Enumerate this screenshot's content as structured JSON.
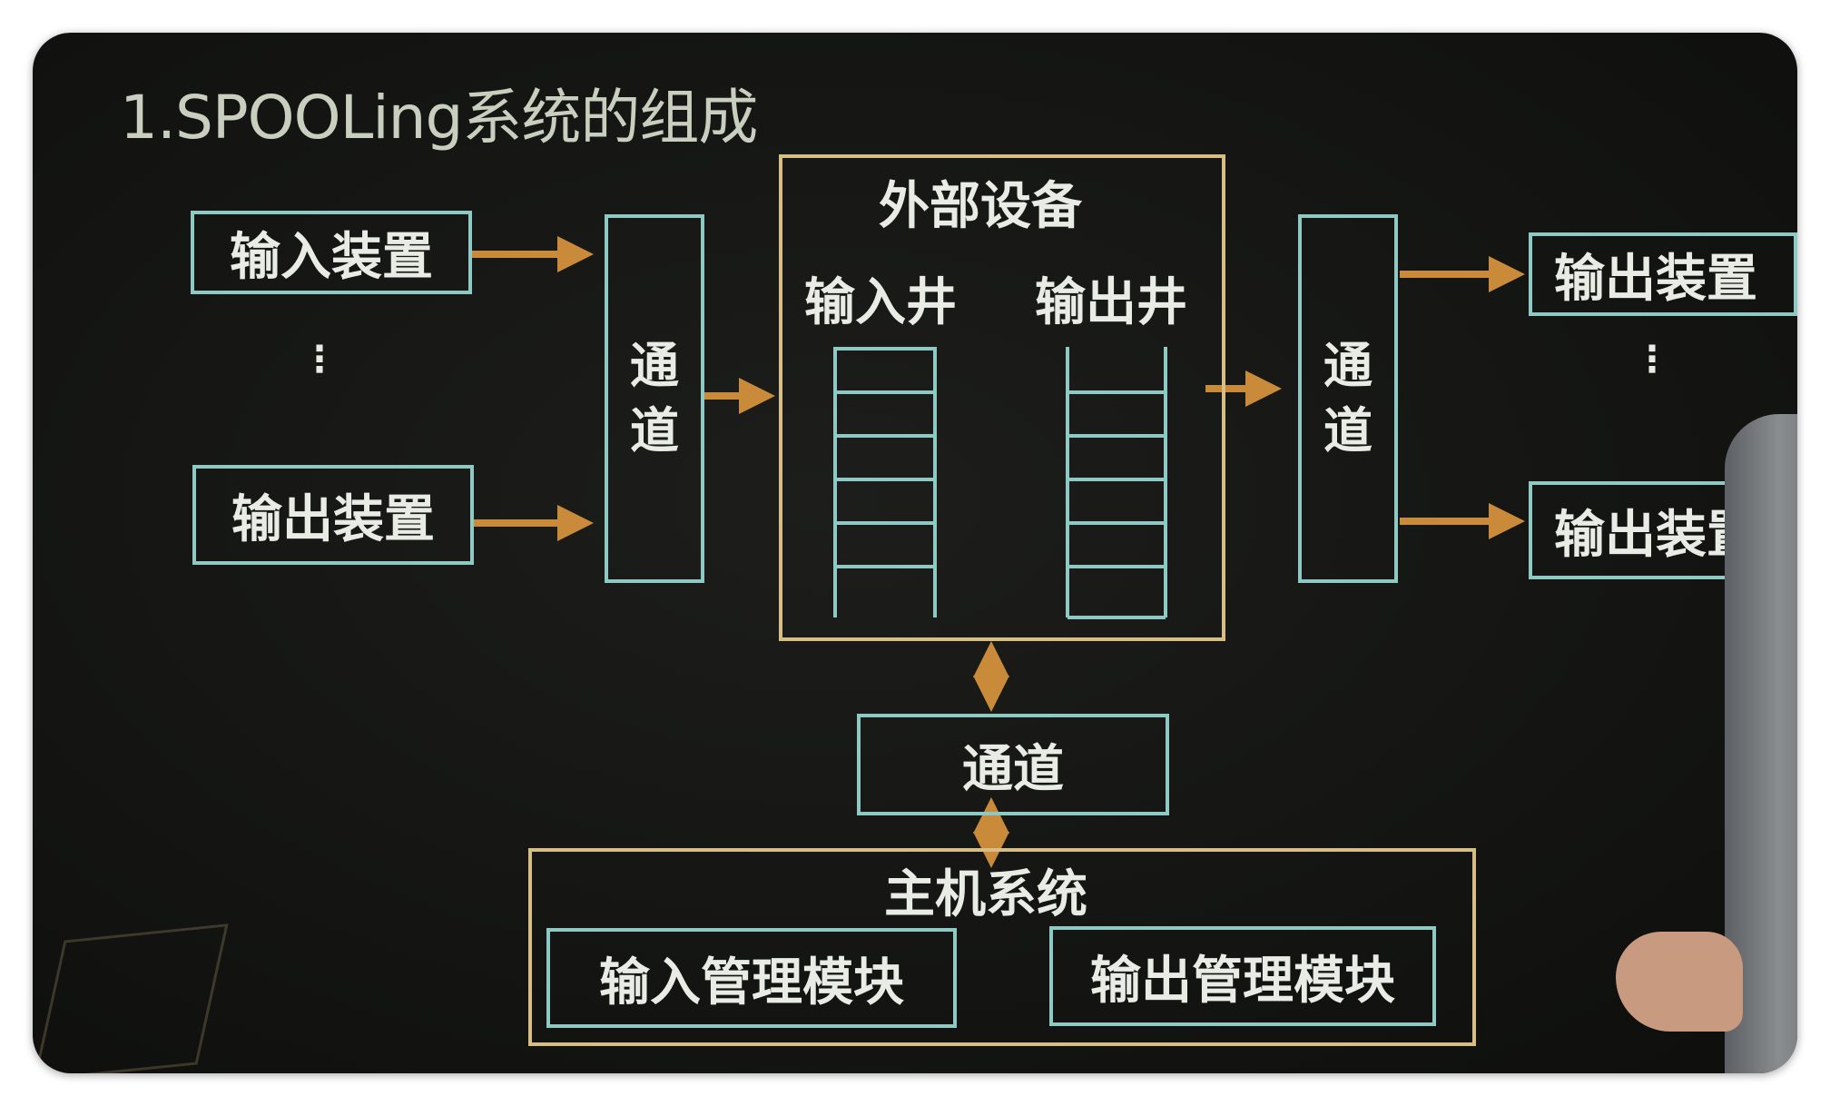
{
  "title": "1.SPOOLing系统的组成",
  "left_devices": {
    "top": "输入装置",
    "dots": "⋮",
    "bottom": "输出装置"
  },
  "left_channel": [
    "通",
    "道"
  ],
  "external": {
    "title": "外部设备",
    "input_well": "输入井",
    "output_well": "输出井"
  },
  "right_channel": [
    "通",
    "道"
  ],
  "right_devices": {
    "top": "输出装置",
    "dots": "⋮",
    "bottom": "输出装置"
  },
  "bottom_channel": "通道",
  "host": {
    "title": "主机系统",
    "input_module": "输入管理模块",
    "output_module": "输出管理模块"
  },
  "colors": {
    "cyan_border": "#8fc9c4",
    "gold_border": "#d7bd86",
    "arrow": "#c98a3a"
  }
}
